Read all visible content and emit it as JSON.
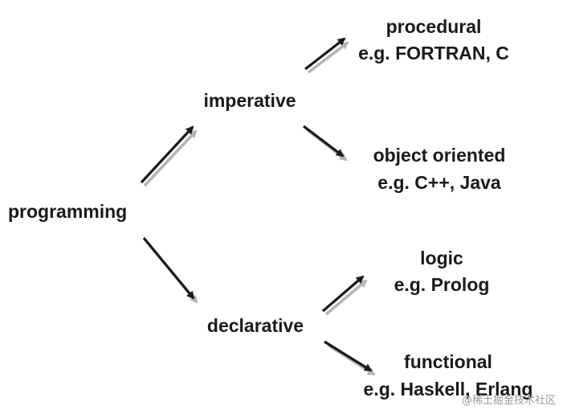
{
  "nodes": {
    "programming": "programming",
    "imperative": "imperative",
    "declarative": "declarative",
    "procedural": {
      "name": "procedural",
      "example": "e.g. FORTRAN, C"
    },
    "object_oriented": {
      "name": "object oriented",
      "example": "e.g. C++, Java"
    },
    "logic": {
      "name": "logic",
      "example": "e.g. Prolog"
    },
    "functional": {
      "name": "functional",
      "example": "e.g. Haskell, Erlang"
    }
  },
  "edges": [
    {
      "from": "programming",
      "to": "imperative"
    },
    {
      "from": "programming",
      "to": "declarative"
    },
    {
      "from": "imperative",
      "to": "procedural"
    },
    {
      "from": "imperative",
      "to": "object oriented"
    },
    {
      "from": "declarative",
      "to": "logic"
    },
    {
      "from": "declarative",
      "to": "functional"
    }
  ],
  "watermark": "@稀土掘金技术社区",
  "colors": {
    "text": "#1a1a1a",
    "arrow": "#1a1a1a",
    "shadow": "#b5b5b5",
    "background": "#ffffff"
  }
}
